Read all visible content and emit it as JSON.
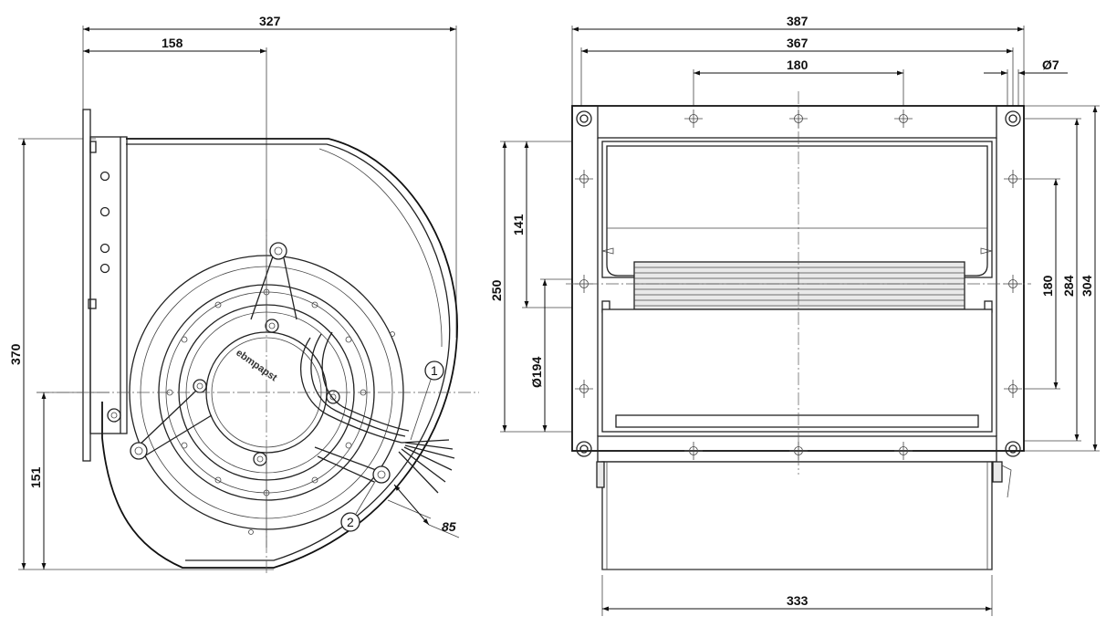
{
  "front_view": {
    "dims": {
      "overall_width": "327",
      "to_axis": "158",
      "overall_height": "370",
      "axis_height": "151",
      "cable_angle": "85"
    },
    "callouts": [
      "1",
      "2"
    ],
    "logo": "ebmpapst"
  },
  "side_view": {
    "dims": {
      "outer_width": "387",
      "flange_width": "367",
      "hole_spacing_h": "180",
      "hole_diameter": "Ø7",
      "height_250": "250",
      "height_141": "141",
      "inlet_diameter": "Ø194",
      "hole_spacing_v": "180",
      "height_284": "284",
      "height_304": "304",
      "bottom_width": "333"
    }
  }
}
